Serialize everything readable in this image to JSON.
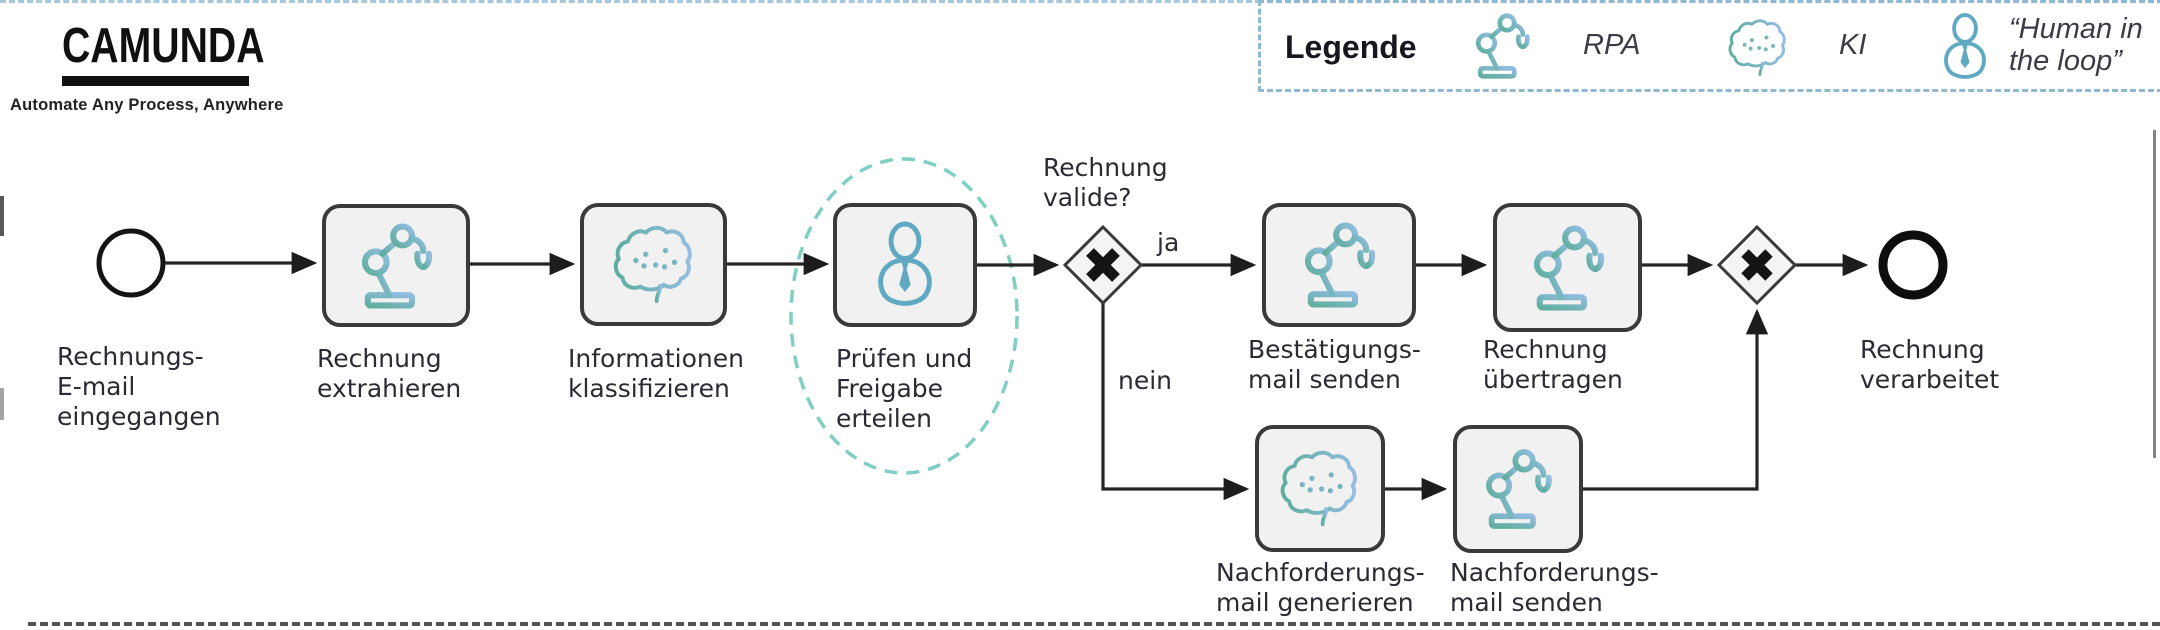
{
  "logo": {
    "name": "CAMUNDA",
    "tagline": "Automate Any Process, Anywhere"
  },
  "legend": {
    "title": "Legende",
    "items": [
      {
        "icon": "rpa-robot-arm-icon",
        "label": "RPA"
      },
      {
        "icon": "ki-brain-icon",
        "label": "KI"
      },
      {
        "icon": "human-in-the-loop-icon",
        "label": "“Human in\nthe loop”"
      }
    ]
  },
  "diagram": {
    "start_event": {
      "label": "Rechnungs-\nE-mail\neingegangen"
    },
    "tasks": [
      {
        "label": "Rechnung\nextrahieren",
        "type": "RPA"
      },
      {
        "label": "Informationen\nklassifizieren",
        "type": "KI"
      },
      {
        "label": "Prüfen und\nFreigabe\nerteilen",
        "type": "Human in the loop",
        "highlighted": true
      },
      {
        "label": "Bestätigungs-\nmail senden",
        "type": "RPA"
      },
      {
        "label": "Rechnung\nübertragen",
        "type": "RPA"
      },
      {
        "label": "Nachforderungs-\nmail generieren",
        "type": "KI"
      },
      {
        "label": "Nachforderungs-\nmail senden",
        "type": "RPA"
      }
    ],
    "gateway": {
      "label": "Rechnung\nvalide?",
      "branch_yes": "ja",
      "branch_no": "nein"
    },
    "end_event": {
      "label": "Rechnung\nverarbeitet"
    }
  },
  "colors": {
    "teal": "#5fae9e",
    "blue": "#93bde2",
    "person_blue": "#5fa9c2",
    "highlight_teal": "#7fcfc2",
    "legend_border": "#8fb8d2",
    "task_fill": "#f1f1f1",
    "task_border": "#3a3a3a",
    "connector": "#262626",
    "text": "#2b2b33"
  }
}
